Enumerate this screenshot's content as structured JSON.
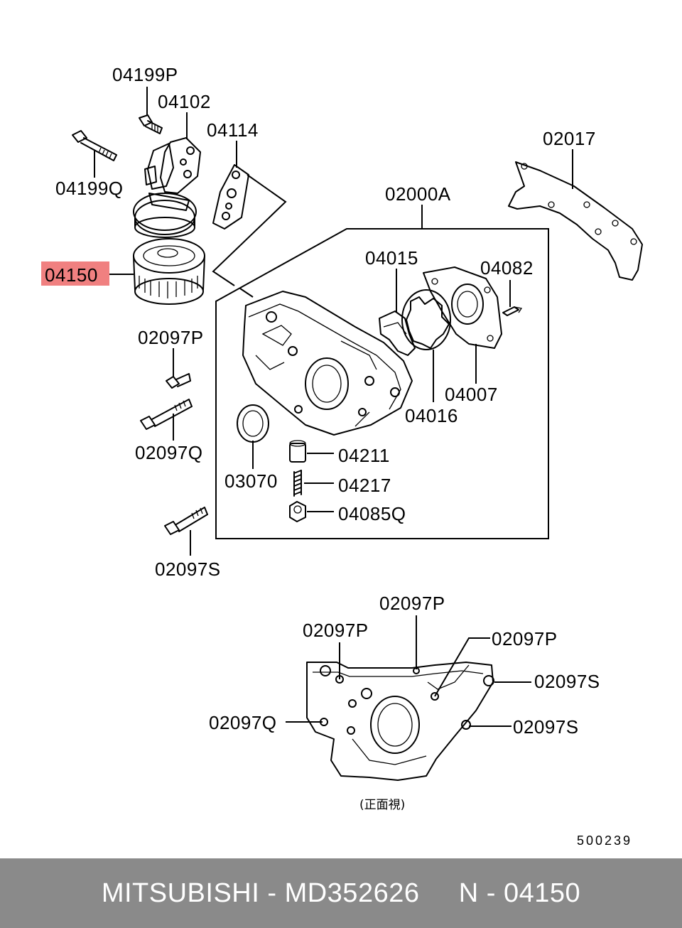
{
  "labels": {
    "l04199p": "04199P",
    "l04102": "04102",
    "l04114": "04114",
    "l04199q": "04199Q",
    "l04150": "04150",
    "l02017": "02017",
    "l02000a": "02000A",
    "l04015": "04015",
    "l04082": "04082",
    "l02097p_left": "02097P",
    "l04007": "04007",
    "l04016": "04016",
    "l02097q_left": "02097Q",
    "l03070": "03070",
    "l04211": "04211",
    "l04217": "04217",
    "l04085q": "04085Q",
    "l02097s_left": "02097S",
    "l02097p_fv_top": "02097P",
    "l02097p_fv_left": "02097P",
    "l02097p_fv_right": "02097P",
    "l02097s_fv_1": "02097S",
    "l02097q_fv": "02097Q",
    "l02097s_fv_2": "02097S",
    "front_view_caption": "(正面視)",
    "diagram_number": "500239"
  },
  "highlight_color": "#f08080",
  "footer": {
    "text": "MITSUBISHI - MD352626     N - 04150",
    "background": "#8a8a8a",
    "color": "#ffffff"
  }
}
